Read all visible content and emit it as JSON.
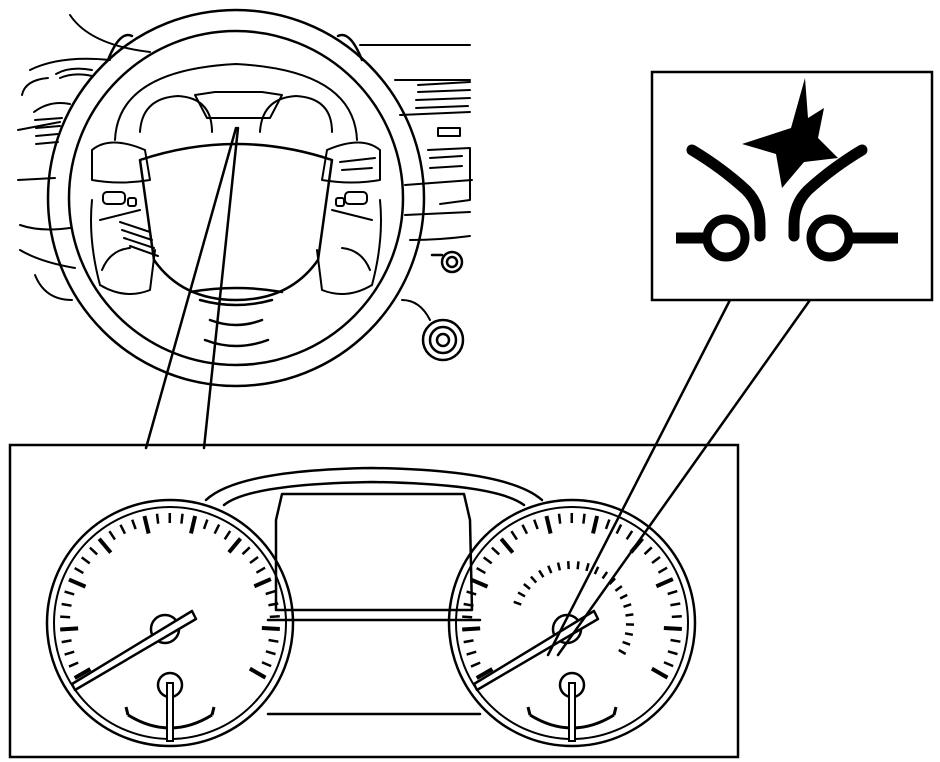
{
  "diagram": {
    "ink_color": "#000000",
    "background_color": "#ffffff",
    "labels": [],
    "warning_light": {
      "icon": "forward-emergency-braking-icon"
    },
    "callouts": [
      {
        "from": "steering-wheel-view",
        "to": "instrument-cluster-view"
      },
      {
        "from": "tachometer-gauge",
        "to": "warning-light-inset"
      }
    ]
  }
}
